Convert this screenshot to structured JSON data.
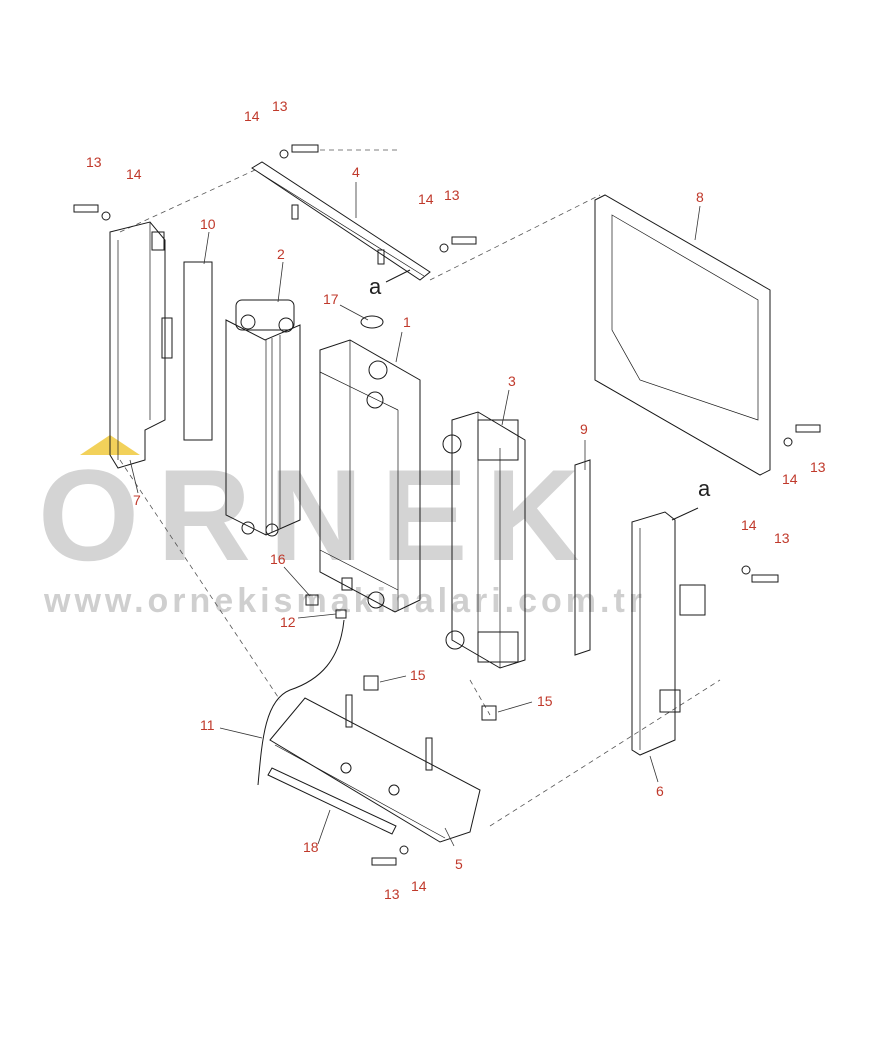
{
  "watermark": {
    "logo": "ORNEK",
    "url": "www.ornekismakinalari.com.tr",
    "accent_color": "#f2d15a"
  },
  "colors": {
    "callout": "#c0392b",
    "line": "#1a1a1a"
  },
  "callouts": {
    "c1": "1",
    "c2": "2",
    "c3": "3",
    "c4": "4",
    "c5": "5",
    "c6": "6",
    "c7": "7",
    "c8": "8",
    "c9": "9",
    "c10": "10",
    "c11": "11",
    "c12": "12",
    "c13a": "13",
    "c14a": "14",
    "c13b": "13",
    "c14b": "14",
    "c13c": "13",
    "c14c": "14",
    "c13d": "13",
    "c14d": "14",
    "c13e": "13",
    "c14e": "14",
    "c13f": "13",
    "c14f": "14",
    "c15a": "15",
    "c15b": "15",
    "c16": "16",
    "c17": "17",
    "c18": "18"
  },
  "markers": {
    "a1": "a",
    "a2": "a"
  }
}
